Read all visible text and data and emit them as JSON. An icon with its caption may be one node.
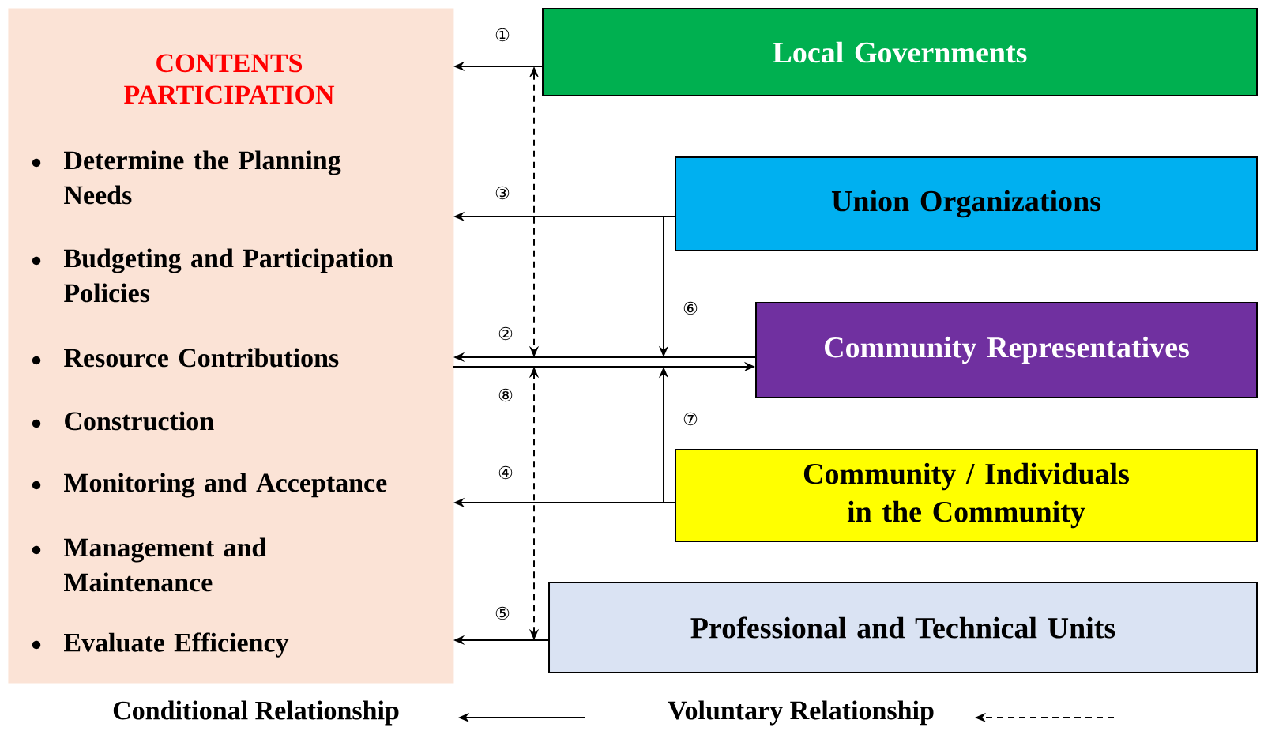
{
  "diagram": {
    "nodes": [
      {
        "text": [
          "CONTENTS PARTICIPATION",
          "Determine the Planning Needs",
          "Budgeting and Participation Policies",
          "Resource Contributions",
          "Construction",
          "Monitoring and Acceptance",
          "Management and Maintenance",
          "Evaluate Efficiency"
        ]
      },
      {
        "text": [
          "Local Governments"
        ]
      },
      {
        "text": [
          "Union Organizations"
        ]
      },
      {
        "text": [
          "Community Representatives"
        ]
      },
      {
        "text": [
          "Community / Individuals in the Community"
        ]
      },
      {
        "text": [
          "Professional and Technical Units"
        ]
      }
    ],
    "edges": [
      {
        "from": 1,
        "to": 0,
        "arrow": "to",
        "label": "①"
      },
      {
        "from": 2,
        "to": 0,
        "arrow": "to",
        "label": "③"
      },
      {
        "from": 3,
        "to": 0,
        "arrow": "to",
        "label": "②"
      },
      {
        "from": 0,
        "to": 3,
        "arrow": "to"
      },
      {
        "from": 4,
        "to": 0,
        "arrow": "to",
        "label": "④"
      },
      {
        "from": 5,
        "to": 0,
        "arrow": "to",
        "label": "⑤"
      },
      {
        "from": 2,
        "to": null,
        "arrow": "to",
        "label": "⑥"
      },
      {
        "from": 4,
        "to": null,
        "arrow": "to",
        "label": "⑦"
      },
      {
        "from": 1,
        "to": null,
        "arrow": "both",
        "style": "dashed"
      },
      {
        "from": 5,
        "to": null,
        "arrow": "both",
        "style": "dashed",
        "label": "⑧"
      }
    ],
    "legend": [
      {
        "text": "Conditional Relationship"
      },
      {
        "text": "Voluntary Relationship"
      }
    ]
  }
}
